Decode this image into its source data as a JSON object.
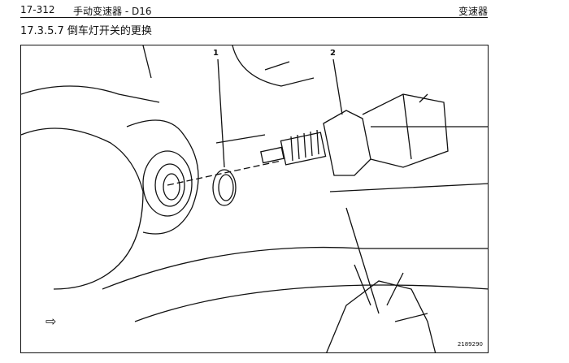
{
  "header": {
    "page_number": "17-312",
    "section": "手动变速器 - D16",
    "chapter": "变速器"
  },
  "title": "17.3.5.7 倒车灯开关的更换",
  "figure": {
    "callouts": [
      "1",
      "2"
    ],
    "figure_id": "2189290",
    "nav_icon": "right-arrow-icon"
  }
}
